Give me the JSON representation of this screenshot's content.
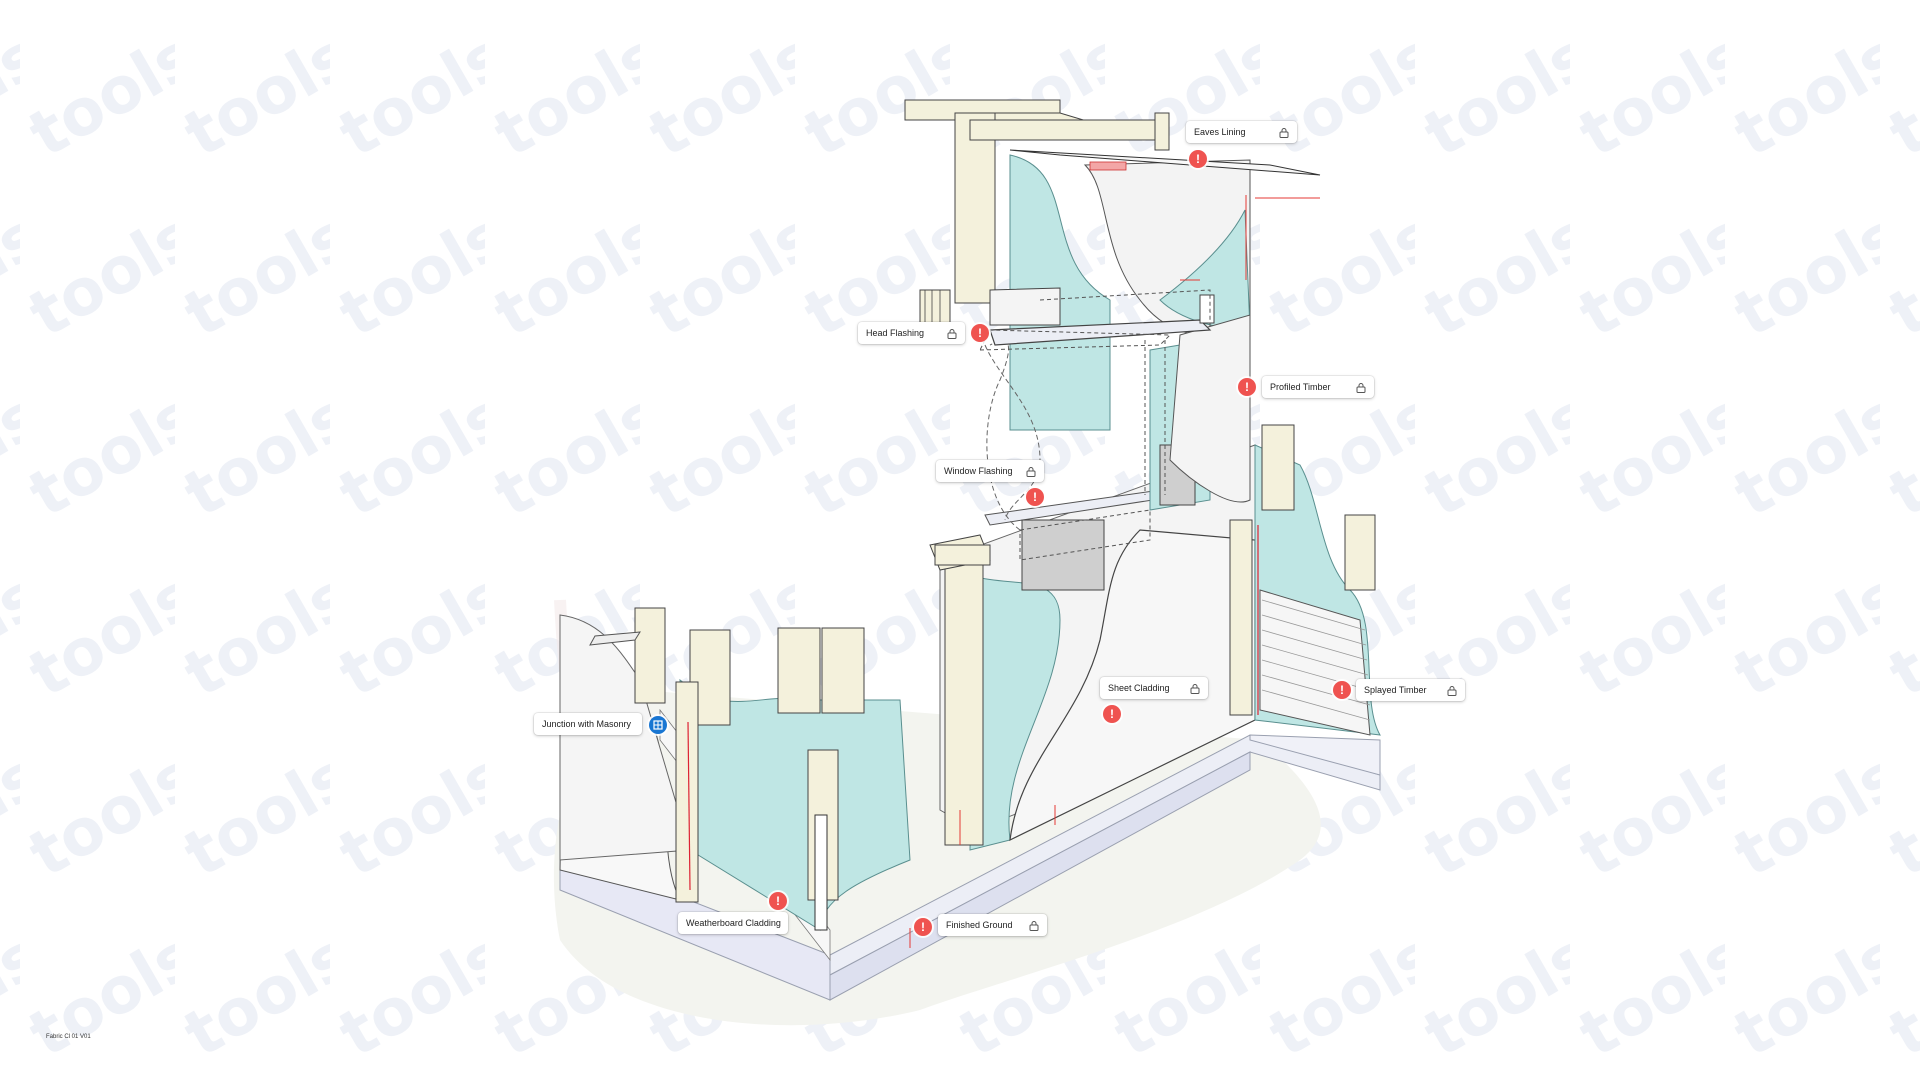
{
  "callouts": {
    "eaves_lining": "Eaves Lining",
    "head_flashing": "Head Flashing",
    "profiled_timber": "Profiled Timber",
    "window_flashing": "Window Flashing",
    "sheet_cladding": "Sheet Cladding",
    "splayed_timber": "Splayed Timber",
    "junction_with_masonry": "Junction with Masonry",
    "weatherboard_cladding": "Weatherboard Cladding",
    "finished_ground": "Finished Ground"
  },
  "marker_glyph": "!",
  "footer": {
    "label": "Fabric Cl 01 V01"
  },
  "watermark": {
    "text": "tools"
  },
  "colors": {
    "alert": "#ef5350",
    "info": "#1976d2",
    "membrane": "#bfe6e4",
    "timber": "#f4f1dc",
    "cladding": "#f1f1f1",
    "base": "#e6e8f4",
    "dimension": "#e53935"
  },
  "icons": [
    "lock-icon",
    "alert-icon",
    "window-icon"
  ]
}
